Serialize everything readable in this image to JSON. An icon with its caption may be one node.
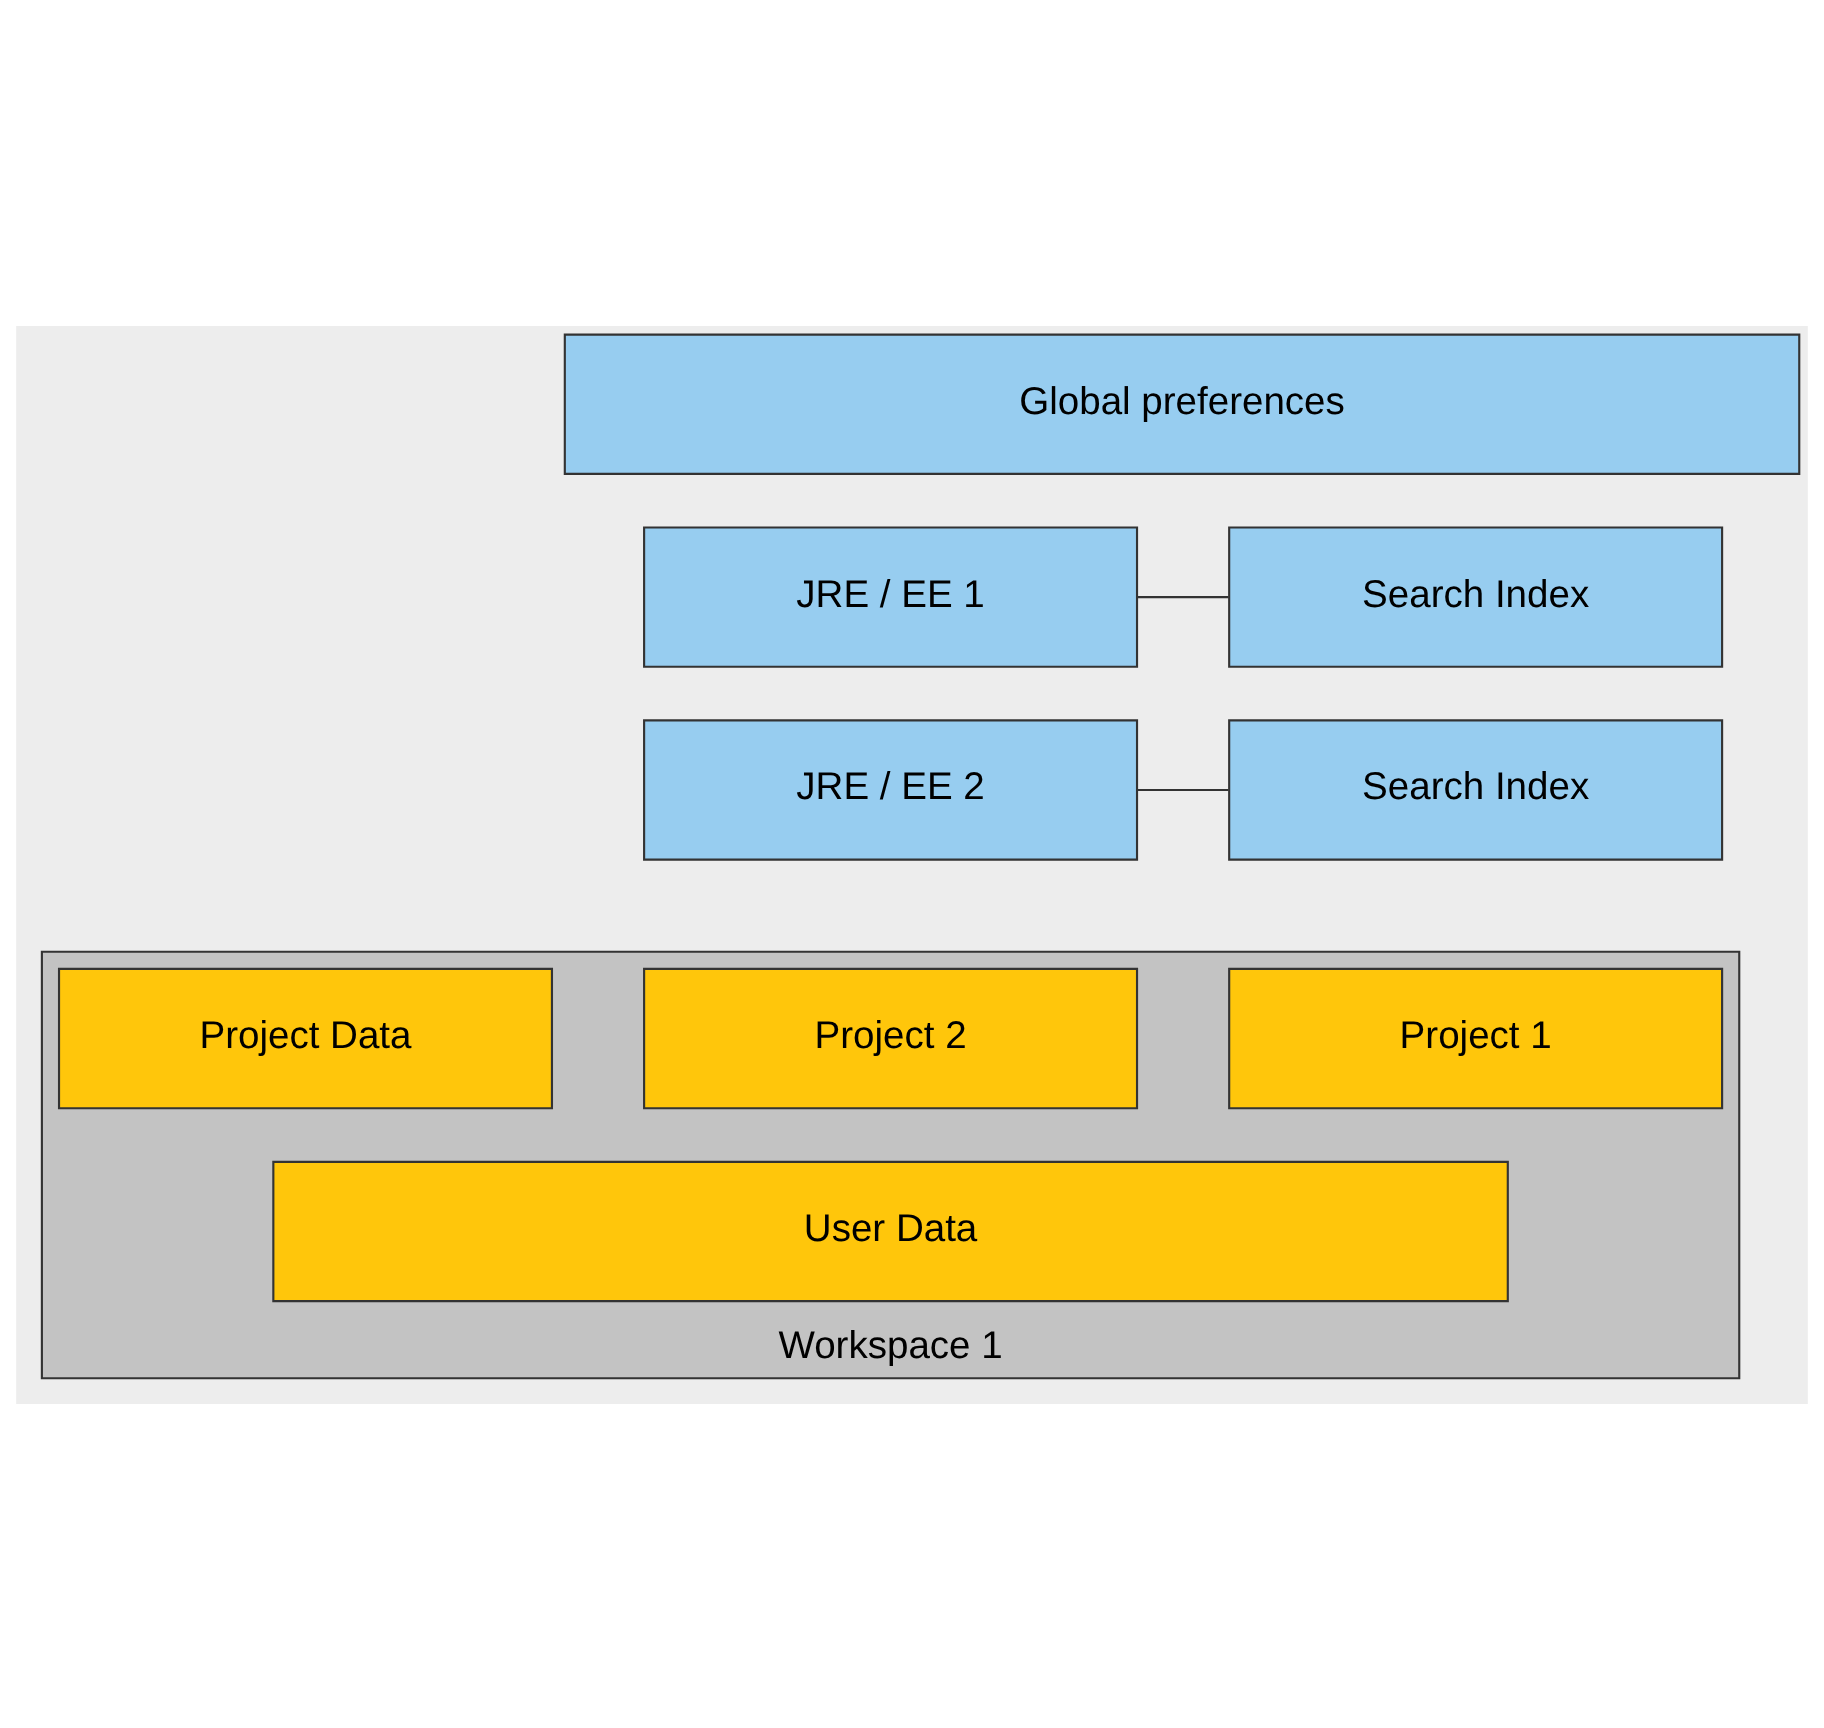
{
  "diagram": {
    "nodes": [
      {
        "text": [
          "Global preferences"
        ]
      },
      {
        "text": [
          "JRE / EE 1"
        ]
      },
      {
        "text": [
          "Search Index"
        ]
      },
      {
        "text": [
          "JRE / EE 2"
        ]
      },
      {
        "text": [
          "Search Index"
        ]
      },
      {
        "text": [
          "Workspace 1"
        ]
      },
      {
        "text": [
          "Project 1"
        ],
        "in": 5
      },
      {
        "text": [
          "Project 2"
        ],
        "in": 5
      },
      {
        "text": [
          "Project Data"
        ],
        "in": 5
      },
      {
        "text": [
          "User Data"
        ],
        "in": 5
      }
    ],
    "edges": [
      {
        "from": 1,
        "to": 2,
        "arrow": "none"
      },
      {
        "from": 3,
        "to": 4,
        "arrow": "none"
      }
    ]
  }
}
